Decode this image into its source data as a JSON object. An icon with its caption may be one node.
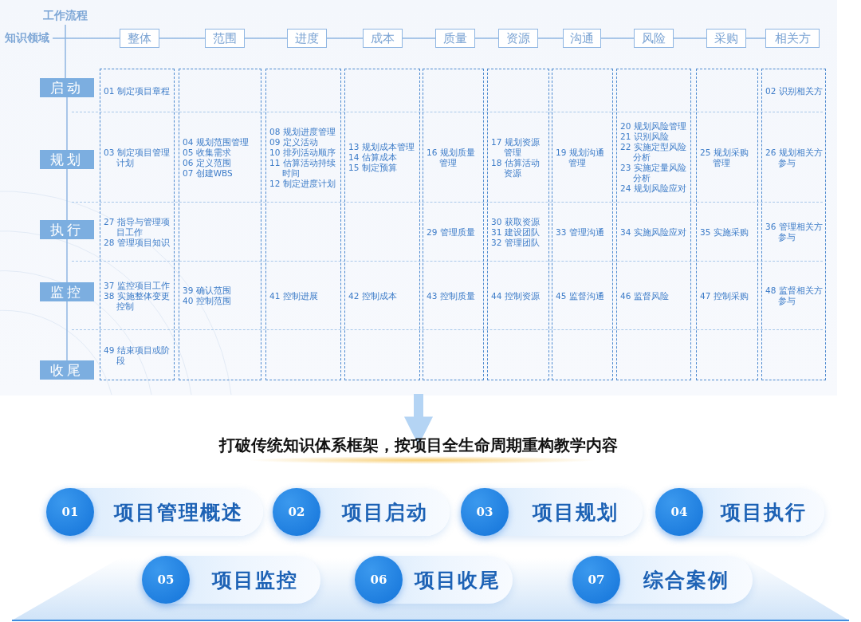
{
  "diagram": {
    "nodes": [
      {
        "text": [
          "工作流程"
        ]
      },
      {
        "text": [
          "知识领域"
        ]
      },
      {
        "text": [
          "整体"
        ]
      },
      {
        "text": [
          "范围"
        ]
      },
      {
        "text": [
          "进度"
        ]
      },
      {
        "text": [
          "成本"
        ]
      },
      {
        "text": [
          "质量"
        ]
      },
      {
        "text": [
          "资源"
        ]
      },
      {
        "text": [
          "沟通"
        ]
      },
      {
        "text": [
          "风险"
        ]
      },
      {
        "text": [
          "采购"
        ]
      },
      {
        "text": [
          "相关方"
        ]
      },
      {
        "text": [
          "启动"
        ]
      },
      {
        "text": [
          "规划"
        ]
      },
      {
        "text": [
          "执行"
        ]
      },
      {
        "text": [
          "监控"
        ]
      },
      {
        "text": [
          "收尾"
        ]
      },
      {
        "text": [],
        "shape": "box"
      },
      {
        "text": [],
        "shape": "box"
      },
      {
        "text": [],
        "shape": "box"
      },
      {
        "text": [],
        "shape": "box"
      },
      {
        "text": [],
        "shape": "box"
      },
      {
        "text": [],
        "shape": "box"
      },
      {
        "text": [],
        "shape": "box"
      },
      {
        "text": [],
        "shape": "box"
      },
      {
        "text": [],
        "shape": "box"
      },
      {
        "text": [],
        "shape": "box"
      },
      {
        "text": [
          "01 制定项目章程"
        ],
        "in": 17
      },
      {
        "text": [
          "02 识别相关方"
        ],
        "in": 26
      },
      {
        "text": [
          "03 制定项目管理计划"
        ],
        "in": 17
      },
      {
        "text": [
          "04 规划范围管理",
          "05 收集需求",
          "06 定义范围",
          "07 创建WBS"
        ],
        "in": 18
      },
      {
        "text": [
          "08 规划进度管理",
          "09 定义活动",
          "10 排列活动顺序",
          "11 估算活动持续时间",
          "12 制定进度计划"
        ],
        "in": 19
      },
      {
        "text": [
          "13 规划成本管理",
          "14 估算成本",
          "15 制定预算"
        ],
        "in": 20
      },
      {
        "text": [
          "16 规划质量管理"
        ],
        "in": 21
      },
      {
        "text": [
          "17 规划资源管理",
          "18 估算活动资源"
        ],
        "in": 22
      },
      {
        "text": [
          "19 规划沟通管理"
        ],
        "in": 23
      },
      {
        "text": [
          "20 规划风险管理",
          "21 识别风险",
          "22 实施定型风险分析",
          "23 实施定量风险分析",
          "24 规划风险应对"
        ],
        "in": 24
      },
      {
        "text": [
          "25 规划采购管理"
        ],
        "in": 25
      },
      {
        "text": [
          "26 规划相关方参与"
        ],
        "in": 26
      },
      {
        "text": [
          "27 指导与管理项目工作",
          "28 管理项目知识"
        ],
        "in": 17
      },
      {
        "text": [
          "29 管理质量"
        ],
        "in": 21
      },
      {
        "text": [
          "30 获取资源",
          "31 建设团队",
          "32 管理团队"
        ],
        "in": 22
      },
      {
        "text": [
          "33 管理沟通"
        ],
        "in": 23
      },
      {
        "text": [
          "34 实施风险应对"
        ],
        "in": 24
      },
      {
        "text": [
          "35 实施采购"
        ],
        "in": 25
      },
      {
        "text": [
          "36 管理相关方参与"
        ],
        "in": 26
      },
      {
        "text": [
          "37 监控项目工作",
          "38 实施整体变更控制"
        ],
        "in": 17
      },
      {
        "text": [
          "39 确认范围",
          "40 控制范围"
        ],
        "in": 18
      },
      {
        "text": [
          "41 控制进展"
        ],
        "in": 19
      },
      {
        "text": [
          "42 控制成本"
        ],
        "in": 20
      },
      {
        "text": [
          "43 控制质量"
        ],
        "in": 21
      },
      {
        "text": [
          "44 控制资源"
        ],
        "in": 22
      },
      {
        "text": [
          "45 监督沟通"
        ],
        "in": 23
      },
      {
        "text": [
          "46 监督风险"
        ],
        "in": 24
      },
      {
        "text": [
          "47 控制采购"
        ],
        "in": 25
      },
      {
        "text": [
          "48 监督相关方参与"
        ],
        "in": 26
      },
      {
        "text": [
          "49 结束项目或阶段"
        ],
        "in": 17
      },
      {
        "text": [
          "打破传统知识体系框架，按**项目全生命周期**重构教学内容"
        ]
      },
      {
        "text": [
          "01",
          "项目管理概述"
        ]
      },
      {
        "text": [
          "02",
          "项目启动"
        ]
      },
      {
        "text": [
          "03",
          "项目规划"
        ]
      },
      {
        "text": [
          "04",
          "项目执行"
        ]
      },
      {
        "text": [
          "05",
          "项目监控"
        ]
      },
      {
        "text": [
          "06",
          "项目收尾"
        ]
      },
      {
        "text": [
          "07",
          "综合案例"
        ]
      }
    ],
    "edges": [
      {
        "from": 1,
        "to": 2,
        "arrow": "none"
      },
      {
        "from": 2,
        "to": 3,
        "arrow": "none"
      },
      {
        "from": 3,
        "to": 4,
        "arrow": "none"
      },
      {
        "from": 4,
        "to": 5,
        "arrow": "none"
      },
      {
        "from": 5,
        "to": 6,
        "arrow": "none"
      },
      {
        "from": 6,
        "to": 7,
        "arrow": "none"
      },
      {
        "from": 7,
        "to": 8,
        "arrow": "none"
      },
      {
        "from": 8,
        "to": 9,
        "arrow": "none"
      },
      {
        "from": 9,
        "to": 10,
        "arrow": "none"
      },
      {
        "from": 10,
        "to": 11,
        "arrow": "none"
      },
      {
        "from": 0,
        "to": 12,
        "arrow": "none"
      },
      {
        "from": 12,
        "to": 13,
        "arrow": "none"
      },
      {
        "from": 13,
        "to": 14,
        "arrow": "none"
      },
      {
        "from": 14,
        "to": 15,
        "arrow": "none"
      },
      {
        "from": 15,
        "to": 16,
        "arrow": "none"
      },
      {
        "from": null,
        "to": 57,
        "arrow": "to",
        "style": "thick",
        "color": "#b4d4f4"
      }
    ]
  }
}
